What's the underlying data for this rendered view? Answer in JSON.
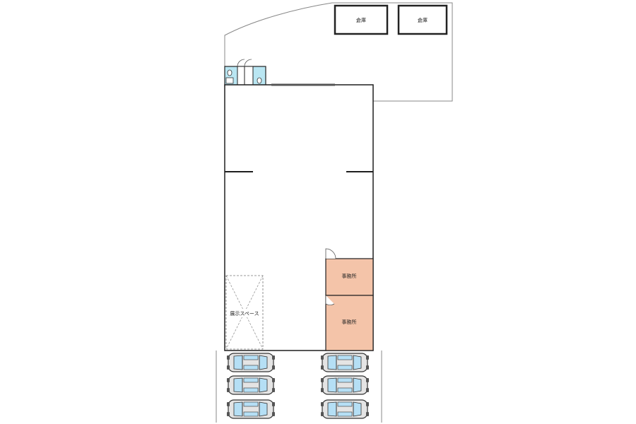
{
  "labels": {
    "warehouse_1": "倉庫",
    "warehouse_2": "倉庫",
    "office_1": "事務所",
    "office_2": "事務所",
    "display_space": "展示スペース"
  },
  "colors": {
    "office_fill": "#f4c4a9",
    "wc_fill": "#b9e6f2",
    "wall": "#1f1f1f",
    "site_line": "#888888",
    "car_glass": "#b5dff5",
    "car_body": "#e4e4e4"
  },
  "parking": {
    "left_count": 3,
    "right_count": 3
  }
}
